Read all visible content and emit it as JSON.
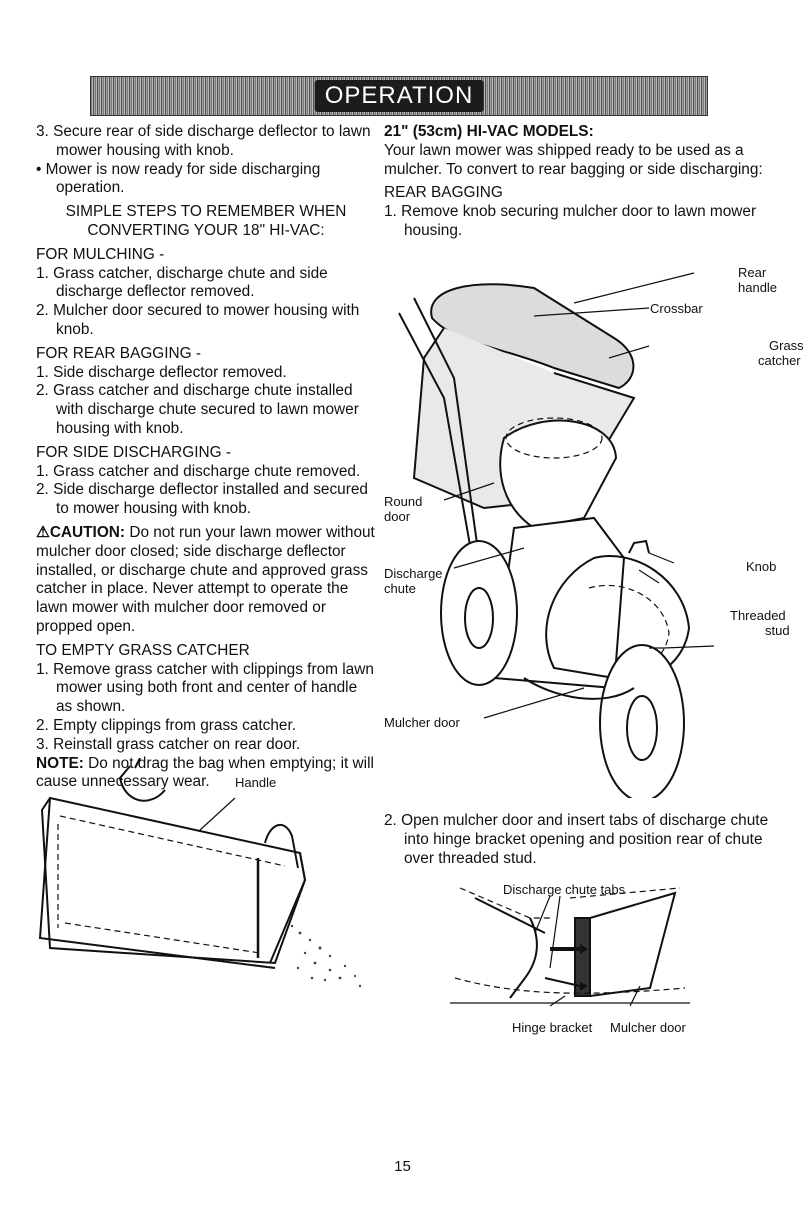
{
  "header": {
    "title": "OPERATION"
  },
  "left": {
    "l1": "3. Secure rear of side discharge deflector to lawn mower housing with knob.",
    "l2": "• Mower is now ready for side discharging operation.",
    "l3": "SIMPLE STEPS TO REMEMBER WHEN CONVERTING YOUR 18\" HI-VAC:",
    "h_mulch": "FOR MULCHING -",
    "m1": "1. Grass catcher, discharge chute and side discharge deflector removed.",
    "m2": "2. Mulcher door secured to mower housing with knob.",
    "h_rear": "FOR REAR BAGGING -",
    "r1": "1. Side discharge deflector removed.",
    "r2": "2. Grass catcher and discharge chute installed with discharge chute secured to lawn mower housing with knob.",
    "h_side": "FOR SIDE DISCHARGING -",
    "s1": "1. Grass catcher and discharge chute removed.",
    "s2": "2. Side discharge deflector installed and secured to mower housing with knob.",
    "caution_label": "CAUTION:",
    "caution_text": "Do not run your lawn mower without mulcher door closed; side discharge deflector installed, or discharge chute and approved grass catcher in place. Never attempt to operate the lawn mower with mulcher door removed or propped open.",
    "h_empty": "TO EMPTY GRASS CATCHER",
    "e1": "1. Remove grass catcher with clippings from lawn mower using both front and center of handle as shown.",
    "e2": "2. Empty clippings from grass catcher.",
    "e3": "3. Reinstall grass catcher on rear door.",
    "note_label": "NOTE:",
    "note_text": "Do not drag the bag when emptying; it will cause unnecessary wear.",
    "fig_handle": "Handle"
  },
  "right": {
    "heading": "21\" (53cm) HI-VAC MODELS:",
    "intro": "Your lawn mower was shipped ready to be used as a mulcher. To convert to rear bagging or side discharging:",
    "h_rear": "REAR BAGGING",
    "step1": "1. Remove knob securing mulcher door to lawn mower housing.",
    "step2": "2. Open mulcher door and insert tabs of discharge chute into hinge bracket opening and position rear of chute over threaded stud.",
    "fig1": {
      "rear_handle": "Rear handle",
      "crossbar": "Crossbar",
      "grass": "Grass",
      "catcher": "catcher",
      "round": "Round",
      "door": "door",
      "discharge": "Discharge",
      "chute": "chute",
      "knob": "Knob",
      "threaded": "Threaded",
      "stud": "stud",
      "mulcher_door": "Mulcher door"
    },
    "fig2": {
      "tabs": "Discharge chute tabs",
      "hinge": "Hinge bracket",
      "mulcher_door": "Mulcher door"
    }
  },
  "page_number": "15"
}
